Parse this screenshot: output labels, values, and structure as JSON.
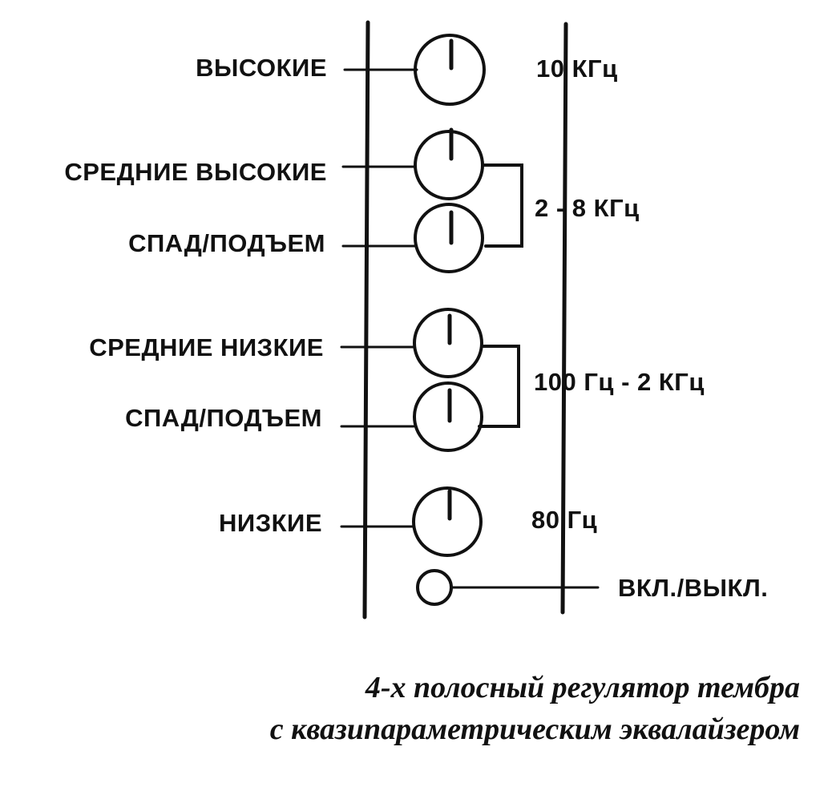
{
  "controls": [
    {
      "label": "ВЫСОКИЕ"
    },
    {
      "label": "СРЕДНИЕ ВЫСОКИЕ"
    },
    {
      "label": "СПАД/ПОДЪЕМ"
    },
    {
      "label": "СРЕДНИЕ НИЗКИЕ"
    },
    {
      "label": "СПАД/ПОДЪЕМ"
    },
    {
      "label": "НИЗКИЕ"
    }
  ],
  "bands": {
    "high": "10 КГц",
    "mid_high": "2 - 8 КГц",
    "mid_low": "100 Гц - 2 КГц",
    "low": "80 Гц"
  },
  "switch": {
    "label": "ВКЛ./ВЫКЛ."
  },
  "caption": {
    "line1": "4-х полосный регулятор тембра",
    "line2": "с квазипараметрическим эквалайзером"
  }
}
